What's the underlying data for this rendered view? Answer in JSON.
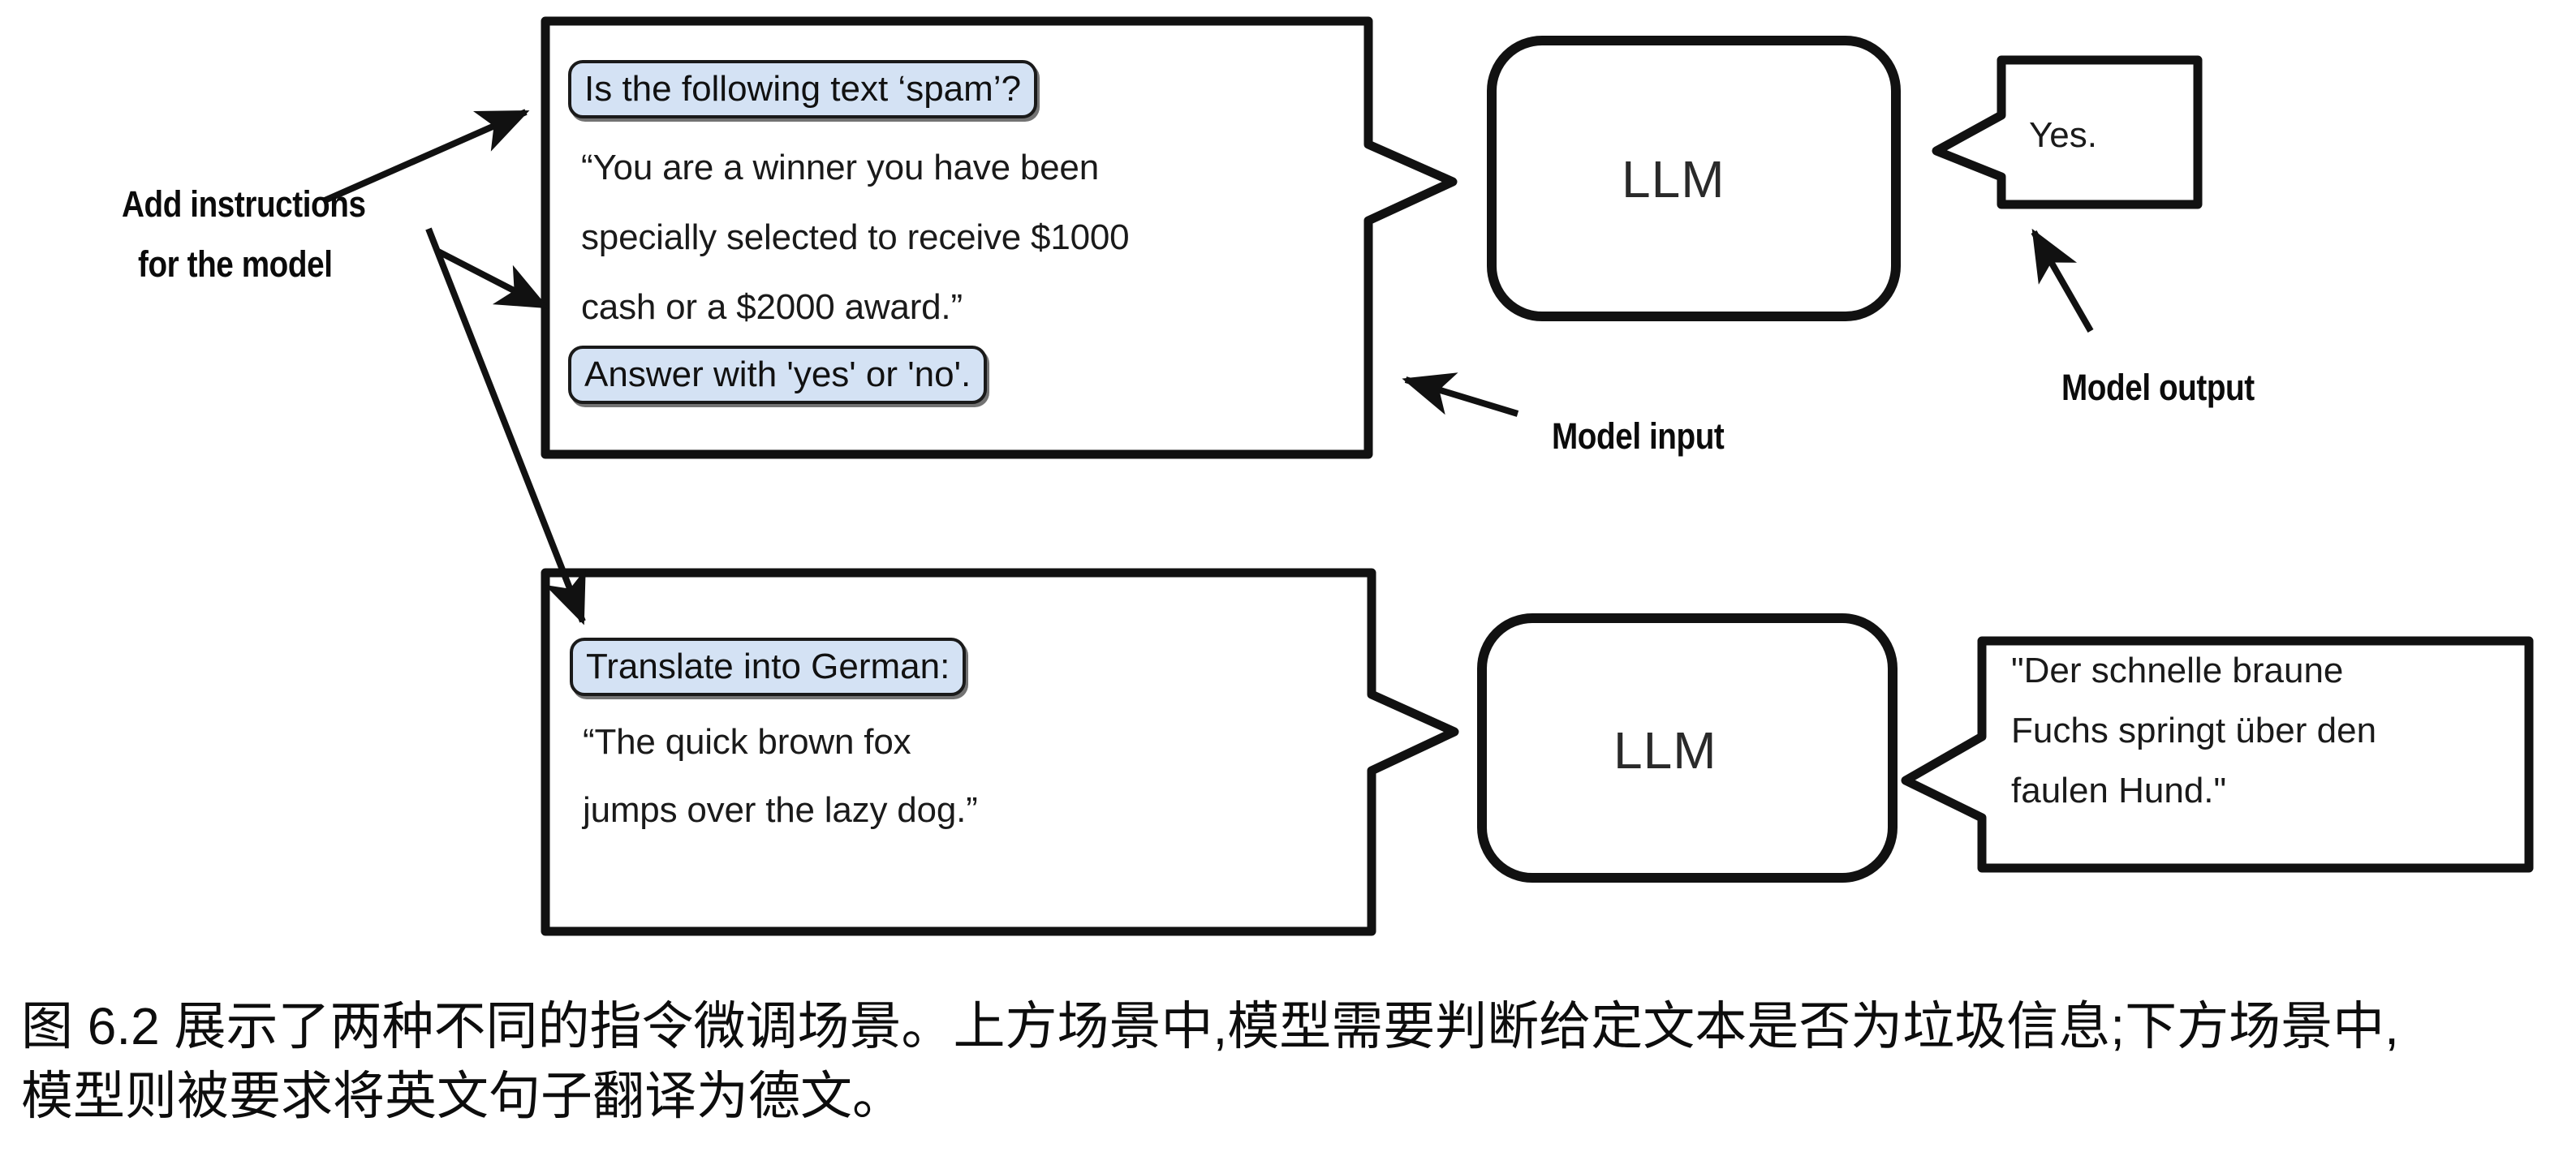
{
  "figure": {
    "top_scenario": {
      "input_panel": {
        "instruction_pill_top": "Is the following text ‘spam’?",
        "body_lines": [
          "“You are a winner you have been",
          "specially selected to receive $1000",
          "cash or a $2000 award.”"
        ],
        "instruction_pill_bottom": "Answer with 'yes' or 'no'."
      },
      "model_label": "LLM",
      "output_bubble": {
        "lines": [
          "Yes."
        ]
      }
    },
    "bottom_scenario": {
      "input_panel": {
        "instruction_pill_top": "Translate into German:",
        "body_lines": [
          "“The quick brown fox",
          "jumps over the lazy dog.”"
        ]
      },
      "model_label": "LLM",
      "output_bubble": {
        "lines": [
          "\"Der schnelle braune",
          "Fuchs springt über den",
          "faulen Hund.\""
        ]
      }
    },
    "annotations": {
      "add_instructions_line1": "Add instructions",
      "add_instructions_line2": "for the model",
      "model_input": "Model input",
      "model_output": "Model output"
    }
  },
  "caption": {
    "line1": "图 6.2 展示了两种不同的指令微调场景。上方场景中,模型需要判断给定文本是否为垃圾信息;下方场景中,",
    "line2": "模型则被要求将英文句子翻译为德文。"
  },
  "colors": {
    "pill_fill": "#d4e2f4",
    "stroke": "#111111",
    "text": "#1a1a1a",
    "background": "#ffffff"
  }
}
